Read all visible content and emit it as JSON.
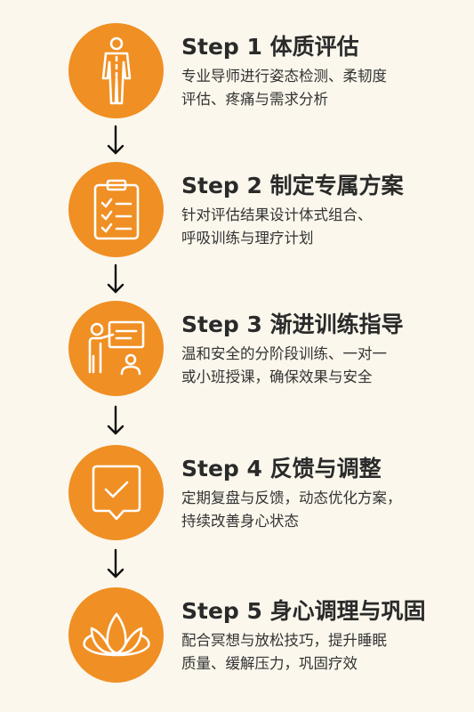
{
  "steps": [
    {
      "icon": "human-body-icon",
      "title": "Step 1 体质评估",
      "desc_line1": "专业导师进行姿态检测、柔韧度",
      "desc_line2": "评估、疼痛与需求分析"
    },
    {
      "icon": "clipboard-checklist-icon",
      "title": "Step 2 制定专属方案",
      "desc_line1": "针对评估结果设计体式组合、",
      "desc_line2": "呼吸训练与理疗计划"
    },
    {
      "icon": "teacher-presentation-icon",
      "title": "Step 3 渐进训练指导",
      "desc_line1": "温和安全的分阶段训练、一对一",
      "desc_line2": "或小班授课，确保效果与安全"
    },
    {
      "icon": "feedback-check-icon",
      "title": "Step 4 反馈与调整",
      "desc_line1": "定期复盘与反馈，动态优化方案，",
      "desc_line2": "持续改善身心状态"
    },
    {
      "icon": "lotus-icon",
      "title": "Step 5 身心调理与巩固",
      "desc_line1": "配合冥想与放松技巧，提升睡眠",
      "desc_line2": "质量、缓解压力，巩固疗效"
    }
  ],
  "colors": {
    "accent": "#f08f23",
    "background": "#fbf7ec",
    "title": "#2a2a2a",
    "text": "#333333"
  }
}
